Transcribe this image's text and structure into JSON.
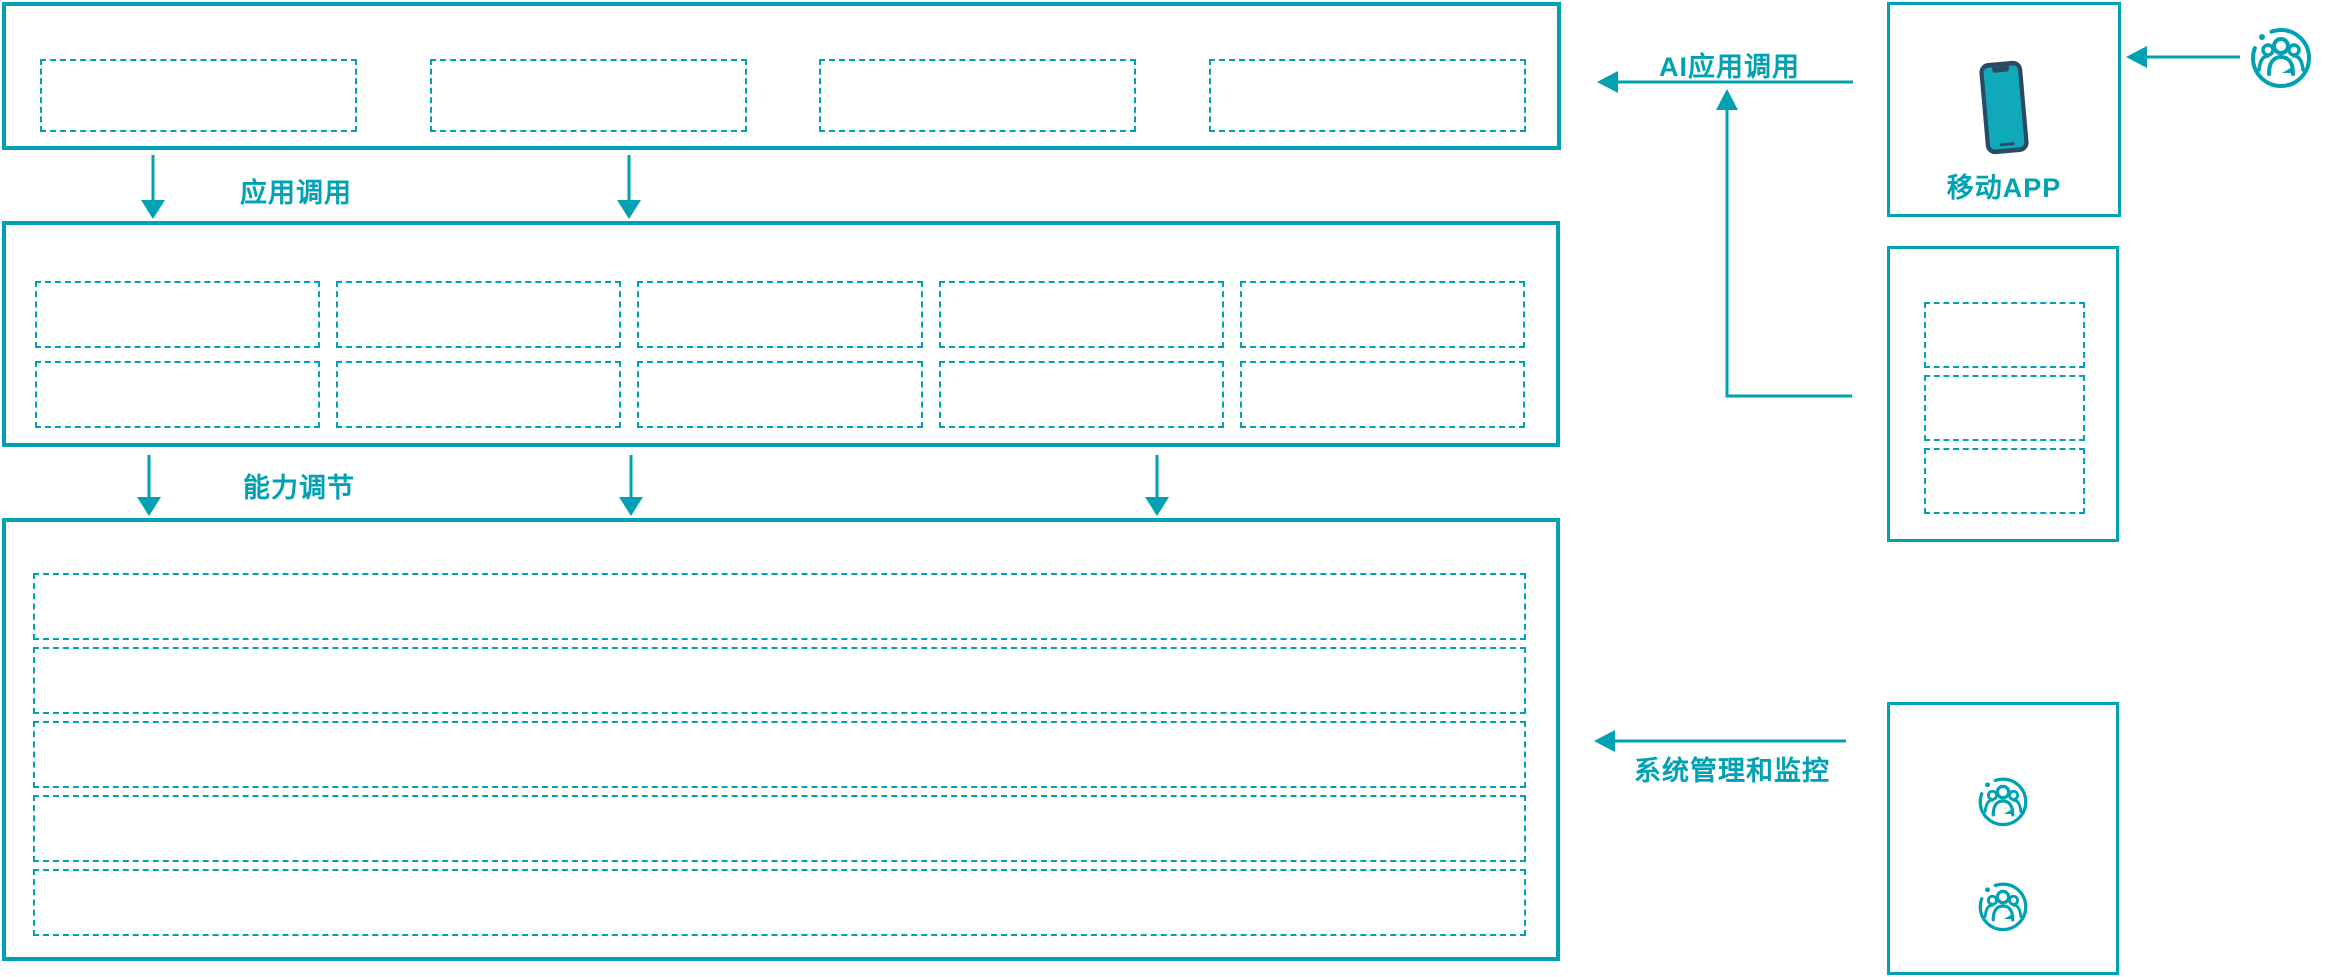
{
  "colors": {
    "primary": "#00a1b3",
    "phone_frame": "#2a4a63",
    "phone_screen": "#10a9ba",
    "background": "#ffffff"
  },
  "left_panel": {
    "application_layer": {
      "placeholder_count": 4
    },
    "app_call_flow": {
      "label": "应用调用",
      "arrow_count": 2
    },
    "capability_layer": {
      "placeholder_count": 10
    },
    "capability_flow": {
      "label": "能力调节",
      "arrow_count": 3
    },
    "platform_layer": {
      "row_count": 5
    }
  },
  "right_panel": {
    "mobile_box": {
      "label": "移动APP",
      "icon": "smartphone-icon"
    },
    "edge_box": {
      "placeholder_count": 3
    },
    "admin_box": {
      "icon": "user-group-icon",
      "icon_count": 2
    }
  },
  "connectors": {
    "ai_app_call": {
      "label": "AI应用调用"
    },
    "system_management": {
      "label": "系统管理和监控"
    },
    "user_access": {
      "icon": "user-group-icon"
    }
  }
}
